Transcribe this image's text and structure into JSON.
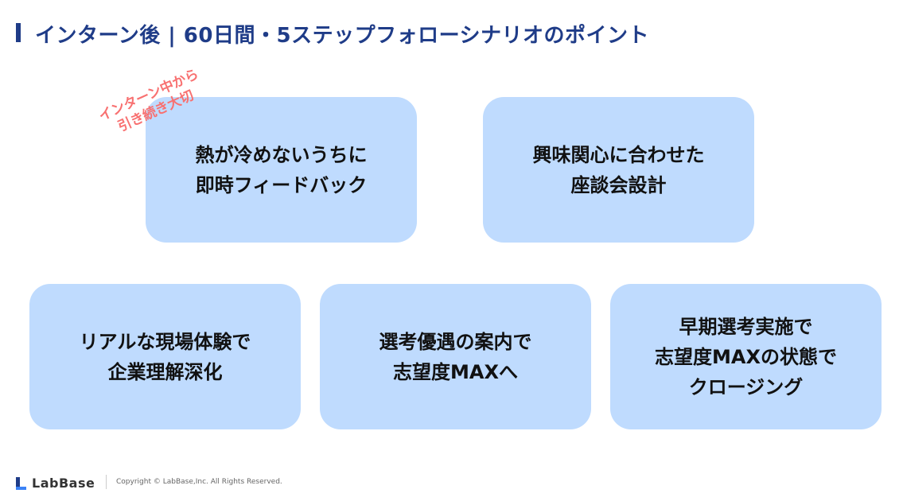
{
  "header": {
    "title": "インターン後 | 60日間・5ステップフォローシナリオのポイント"
  },
  "note": "インターン中から\n引き続き大切",
  "cards": [
    {
      "text": "熱が冷めないうちに\n即時フィードバック"
    },
    {
      "text": "興味関心に合わせた\n座談会設計"
    },
    {
      "text": "リアルな現場体験で\n企業理解深化"
    },
    {
      "text": "選考優遇の案内で\n志望度MAXへ"
    },
    {
      "text": "早期選考実施で\n志望度MAXの状態で\nクロージング"
    }
  ],
  "footer": {
    "logo": "LabBase",
    "copyright": "Copyright ©  LabBase,Inc. All Rights Reserved."
  },
  "colors": {
    "accent": "#1f3c88",
    "card": "#bfdbfe",
    "note": "#f87171"
  }
}
